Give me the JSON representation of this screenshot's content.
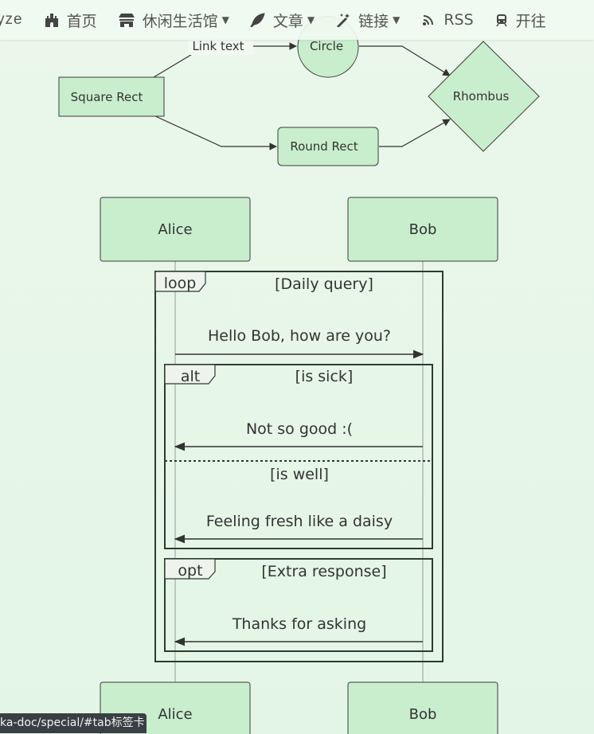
{
  "nav": {
    "brand": "yze",
    "items": [
      {
        "label": "首页",
        "icon": "castle-icon",
        "dropdown": false
      },
      {
        "label": "休闲生活馆",
        "icon": "shop-icon",
        "dropdown": true
      },
      {
        "label": "文章",
        "icon": "feather-icon",
        "dropdown": true
      },
      {
        "label": "链接",
        "icon": "magic-wand-icon",
        "dropdown": true
      },
      {
        "label": "RSS",
        "icon": "rss-icon",
        "dropdown": false
      },
      {
        "label": "开往",
        "icon": "train-icon",
        "dropdown": false
      }
    ]
  },
  "flowchart": {
    "square_rect": "Square Rect",
    "circle": "Circle",
    "round_rect": "Round Rect",
    "rhombus": "Rhombus",
    "link_text": "Link text"
  },
  "sequence": {
    "actors": [
      "Alice",
      "Bob"
    ],
    "loop": {
      "tag": "loop",
      "condition": "[Daily query]"
    },
    "message_hello": "Hello Bob, how are you?",
    "alt": {
      "tag": "alt",
      "condition": "[is sick]",
      "else_condition": "[is well]"
    },
    "message_sick": "Not so good :(",
    "message_well": "Feeling fresh like a daisy",
    "opt": {
      "tag": "opt",
      "condition": "[Extra response]"
    },
    "message_thanks": "Thanks for asking"
  },
  "status_url": "ka-doc/special/#tab标签卡",
  "colors": {
    "node_fill": "#c9eecd",
    "node_stroke": "#3c3c3c",
    "frame_stroke": "#2f3a33"
  }
}
